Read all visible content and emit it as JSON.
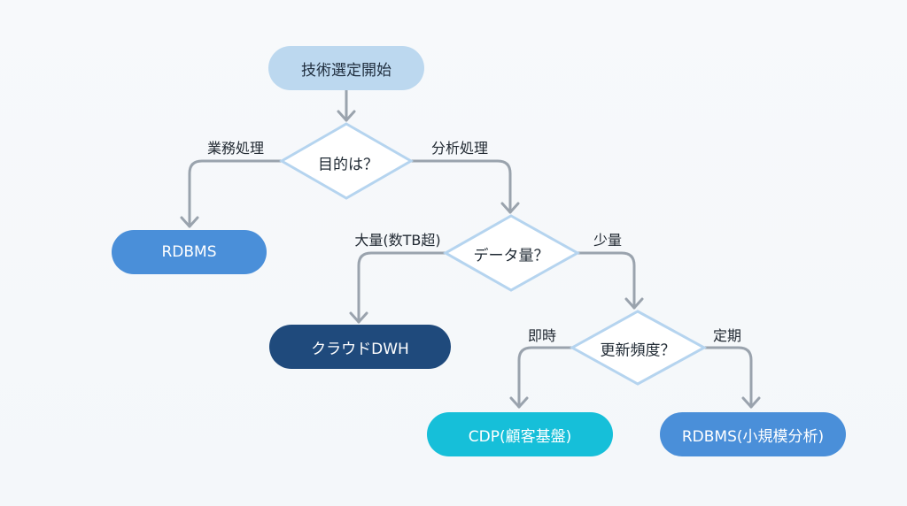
{
  "colors": {
    "start_fill": "#bcd8ef",
    "start_text": "#1f2d3d",
    "rdbms_fill": "#4a8fd9",
    "dwh_fill": "#1f4a7c",
    "cdp_fill": "#16bfd9",
    "rdbms_small_fill": "#4a8fd9",
    "terminal_text": "#ffffff",
    "diamond_stroke": "#b5d4ef",
    "diamond_fill": "#ffffff",
    "connector": "#9aa3ad"
  },
  "nodes": {
    "start": "技術選定開始",
    "rdbms": "RDBMS",
    "dwh": "クラウドDWH",
    "cdp": "CDP(顧客基盤)",
    "rdbms_small": "RDBMS(小規模分析)"
  },
  "decisions": {
    "purpose": "目的は？",
    "volume": "データ量？",
    "frequency": "更新頻度？"
  },
  "edge_labels": {
    "business": "業務処理",
    "analytics": "分析処理",
    "large": "大量(数TB超)",
    "small": "少量",
    "realtime": "即時",
    "periodic": "定期"
  }
}
